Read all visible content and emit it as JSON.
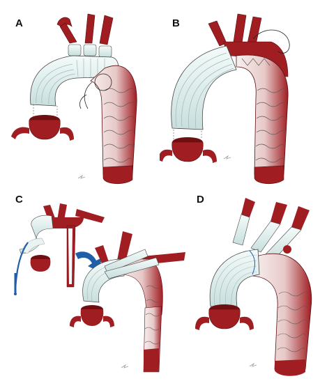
{
  "panels": [
    {
      "label": "A"
    },
    {
      "label": "B"
    },
    {
      "label": "C"
    },
    {
      "label": "D"
    }
  ],
  "colors": {
    "vessel": "#a01d22",
    "vessel_dark": "#6e0f12",
    "graft": "#e8f3f2",
    "graft_shadow": "#b9d3d1",
    "stent_wire": "#555555",
    "arrow": "#1f5fa8",
    "outline": "#333333"
  },
  "icons": [
    "aorta-arch",
    "elephant-trunk-graft",
    "stent-graft",
    "aortic-valve-root",
    "delivery-sheath",
    "curved-arrow-icon"
  ]
}
